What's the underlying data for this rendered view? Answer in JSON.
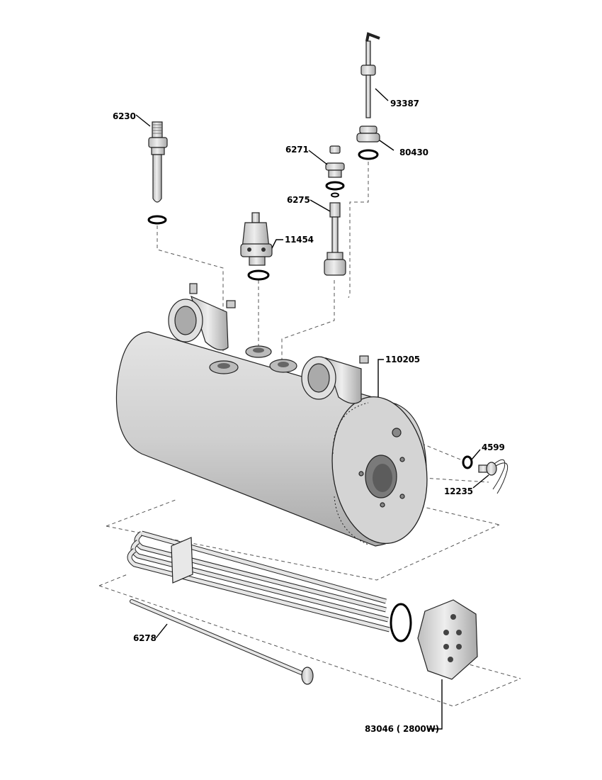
{
  "diagram": {
    "part_labels": {
      "p93387": "93387",
      "p6230": "6230",
      "p6271": "6271",
      "p80430": "80430",
      "p6275": "6275",
      "p11454": "11454",
      "p110205": "110205",
      "p4599": "4599",
      "p12235": "12235",
      "p6278": "6278",
      "p83046": "83046 ( 2800W)"
    },
    "colors": {
      "part_fill": "#d9d9d9",
      "part_shadow": "#b3b3b3",
      "outline": "#222222"
    }
  }
}
